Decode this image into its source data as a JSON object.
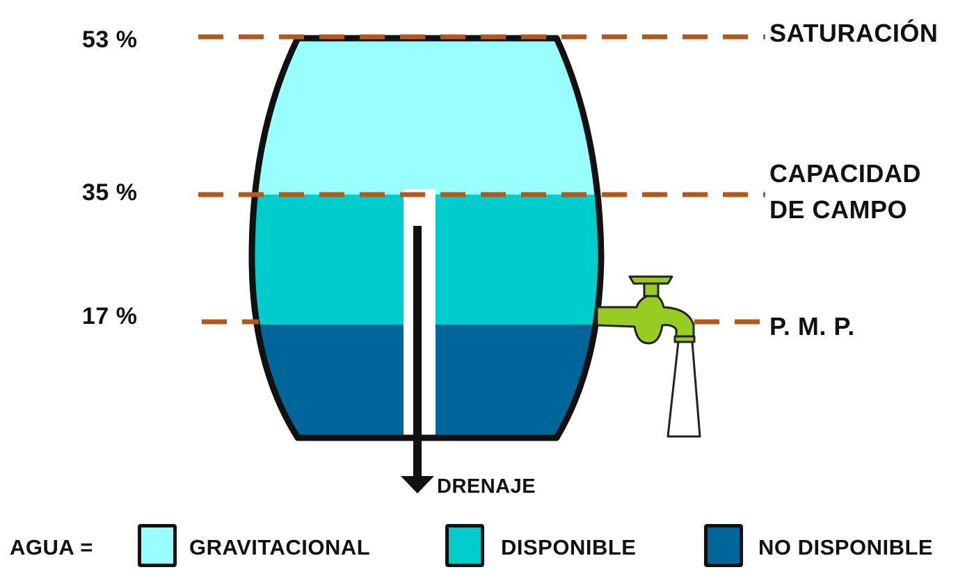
{
  "levels": {
    "saturation": {
      "percent": "53 %",
      "label": "SATURACIÓN"
    },
    "field_capacity": {
      "percent": "35 %",
      "label_line1": "CAPACIDAD",
      "label_line2": "DE CAMPO"
    },
    "wilting_point": {
      "percent": "17 %",
      "label": "P. M. P."
    }
  },
  "drainage_label": "DRENAJE",
  "legend": {
    "prefix": "AGUA =",
    "items": [
      {
        "label": "GRAVITACIONAL",
        "color": "#99FFFF"
      },
      {
        "label": "DISPONIBLE",
        "color": "#00CCCC"
      },
      {
        "label": "NO DISPONIBLE",
        "color": "#006699"
      }
    ]
  },
  "colors": {
    "gravitational": "#99FFFF",
    "available": "#00CCCC",
    "unavailable": "#006699",
    "dashed_line": "#B5561B",
    "barrel_outline": "#111111",
    "faucet": "#99CC22"
  },
  "icons": {
    "faucet": "faucet-icon",
    "drain_arrow": "down-arrow-icon"
  }
}
